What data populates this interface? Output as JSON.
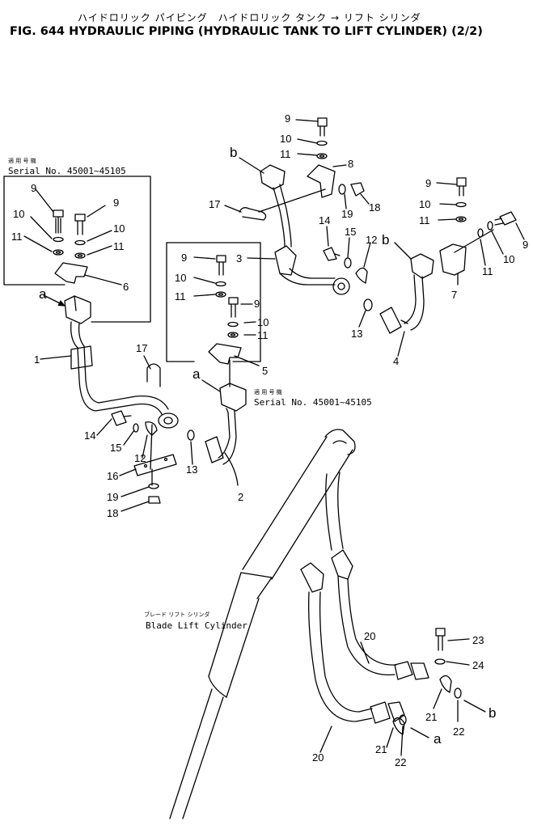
{
  "title_jp": "ハイドロリック パイピング　ハイドロリック タンク → リフト シリンダ",
  "title": "FIG. 644  HYDRAULIC PIPING (HYDRAULIC TANK TO LIFT CYLINDER) (2/2)",
  "serial_jp": "適 用 号 機",
  "serial_left": "Serial No. 45001~45105",
  "serial_right": "Serial No. 45001~45105",
  "blade_jp": "ブレード リフト シリンダ",
  "blade_label": "Blade Lift Cylinder",
  "letters": {
    "a": "a",
    "b": "b"
  },
  "callouts": {
    "n1": "1",
    "n2": "2",
    "n3": "3",
    "n4": "4",
    "n5": "5",
    "n6": "6",
    "n7": "7",
    "n8": "8",
    "n9": "9",
    "n10": "10",
    "n11": "11",
    "n12": "12",
    "n13": "13",
    "n14": "14",
    "n15": "15",
    "n16": "16",
    "n17": "17",
    "n18": "18",
    "n19": "19",
    "n20": "20",
    "n21": "21",
    "n22": "22",
    "n23": "23",
    "n24": "24"
  }
}
